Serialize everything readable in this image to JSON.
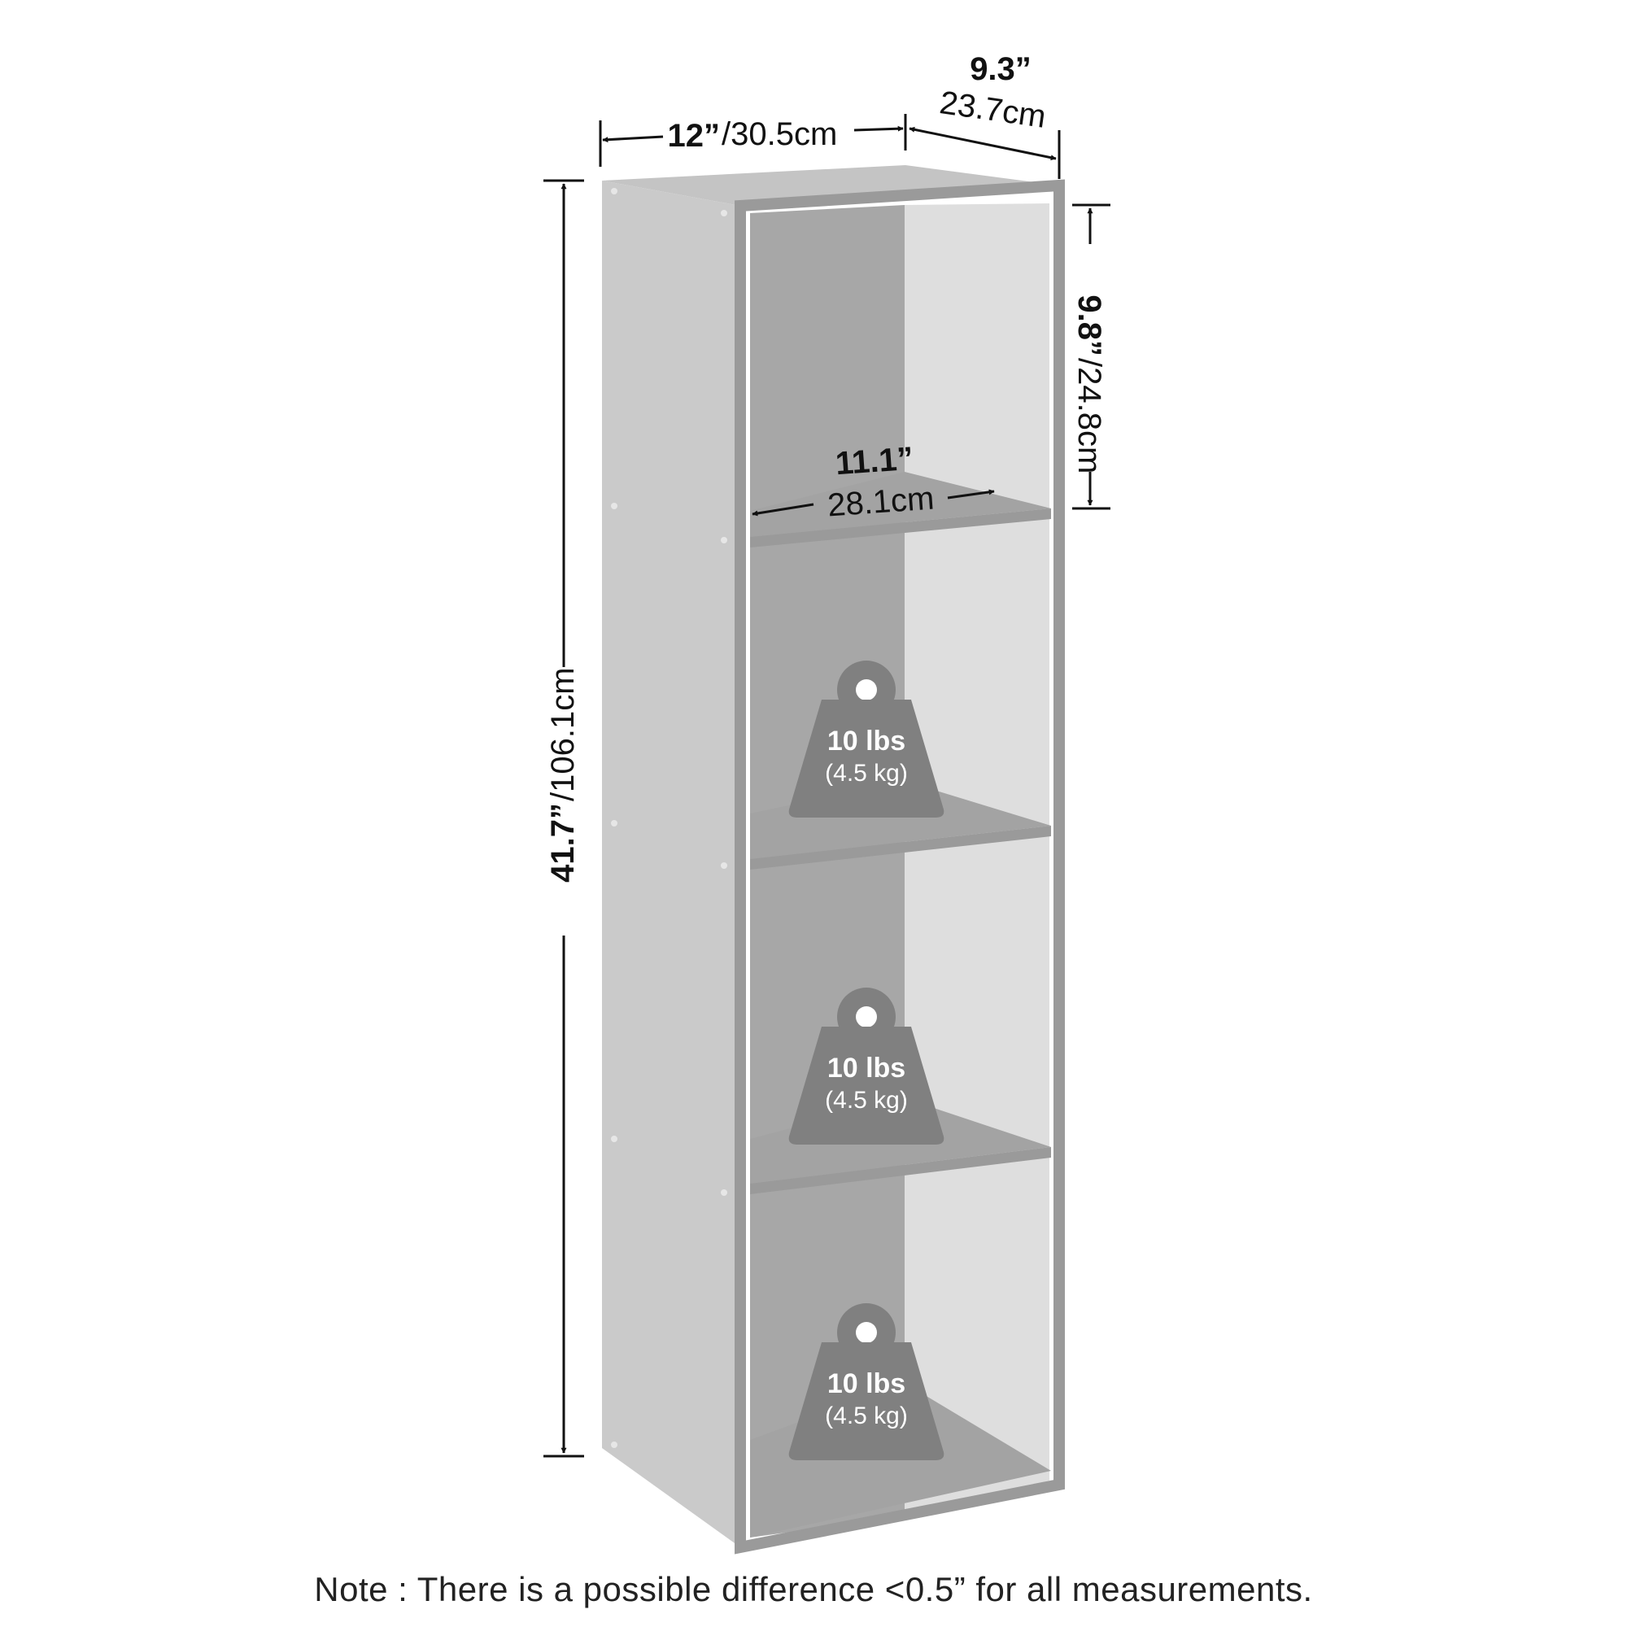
{
  "dimensions": {
    "width": {
      "inches": "12”",
      "cm": "/30.5cm"
    },
    "depth": {
      "inches": "9.3”",
      "cm": "23.7cm"
    },
    "height": {
      "inches": "41.7”",
      "cm": "/106.1cm"
    },
    "shelf_height": {
      "inches": "9.8”",
      "cm": "/24.8cm"
    },
    "inner_width": {
      "inches": "11.1”",
      "cm": "28.1cm"
    }
  },
  "weights": [
    {
      "lbs": "10 lbs",
      "kg": "(4.5 kg)"
    },
    {
      "lbs": "10 lbs",
      "kg": "(4.5 kg)"
    },
    {
      "lbs": "10 lbs",
      "kg": "(4.5 kg)"
    }
  ],
  "note": "Note : There is a possible difference <0.5” for all measurements.",
  "colors": {
    "side_panel": "#cacaca",
    "back_panel_dark": "#a7a7a7",
    "back_panel_light": "#dedede",
    "frame": "#9a9a9a",
    "weight_icon": "#808080",
    "dimension_lines": "#111111"
  }
}
